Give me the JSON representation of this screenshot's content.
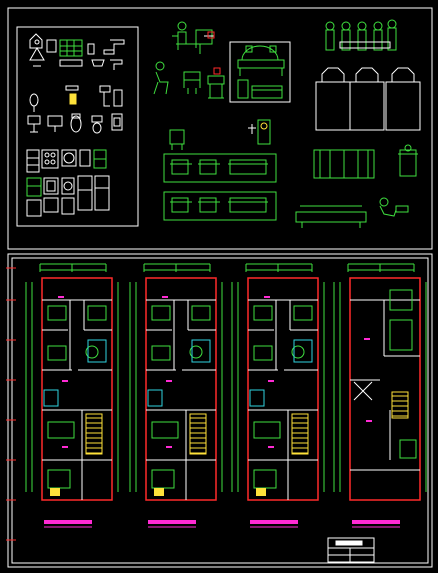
{
  "app": {
    "background": "#000000"
  },
  "colors": {
    "frame": "#ffffff",
    "cyan": "#2fd3e0",
    "green": "#3fe03f",
    "red": "#ff2a2a",
    "yellow": "#ffe23a",
    "magenta": "#ff2ad4",
    "white": "#ffffff",
    "blue": "#3a6bff",
    "grey": "#9aa0a6"
  },
  "sheets": {
    "library": {
      "kind": "furniture-block-library"
    },
    "floor_plans": [
      {
        "id": "plan-1",
        "label": ""
      },
      {
        "id": "plan-2",
        "label": ""
      },
      {
        "id": "plan-3",
        "label": ""
      },
      {
        "id": "plan-4",
        "label": ""
      }
    ],
    "title_block": {
      "text": ""
    }
  }
}
